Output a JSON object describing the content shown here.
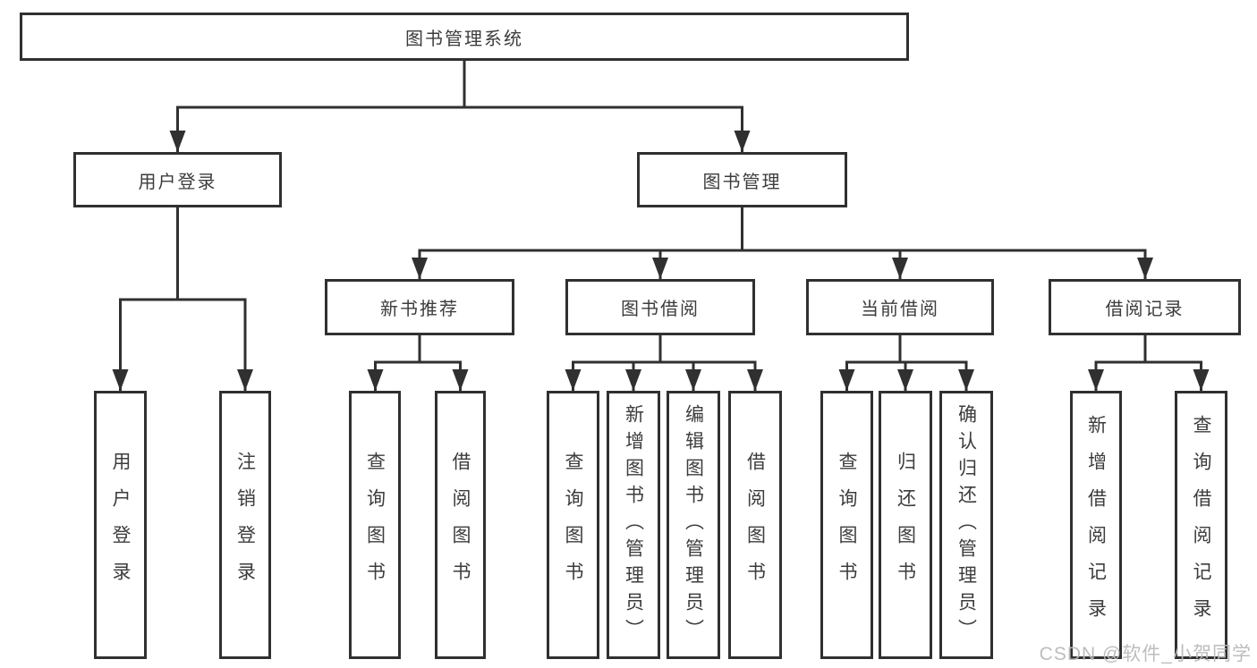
{
  "diagram": {
    "title": "图书管理系统",
    "level2": {
      "user_login": "用户登录",
      "book_management": "图书管理"
    },
    "level3": {
      "new_book_recommend": "新书推荐",
      "book_borrow": "图书借阅",
      "current_borrow": "当前借阅",
      "borrow_records": "借阅记录"
    },
    "leaves": {
      "user_login": [
        "用户登录",
        "注销登录"
      ],
      "new_book_recommend": [
        "查询图书",
        "借阅图书"
      ],
      "book_borrow": [
        "查询图书",
        "新增图书（管理员）",
        "编辑图书（管理员）",
        "借阅图书"
      ],
      "current_borrow": [
        "查询图书",
        "归还图书",
        "确认归还（管理员）"
      ],
      "borrow_records": [
        "新增借阅记录",
        "查询借阅记录"
      ]
    },
    "watermark": "CSDN @软件_小贺同学",
    "colors": {
      "line": "#303030",
      "text": "#3c3c3c",
      "watermark": "#b9b9b9",
      "background": "#ffffff"
    }
  }
}
